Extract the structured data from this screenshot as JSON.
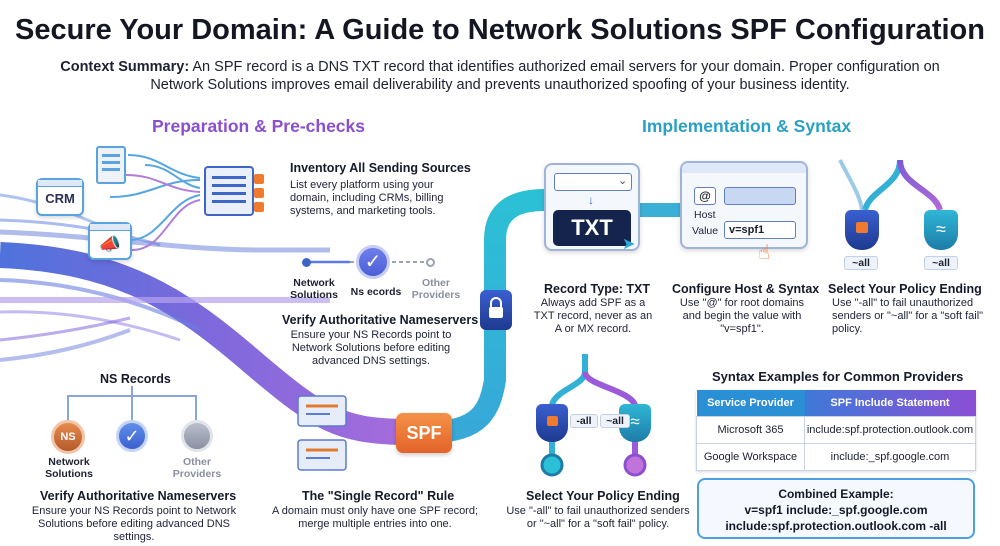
{
  "title": "Secure Your Domain: A Guide to Network Solutions SPF Configuration",
  "summary": {
    "label": "Context Summary:",
    "text": " An SPF record is a DNS TXT record that identifies authorized email servers for your domain. Proper configuration on Network Solutions improves email deliverability and prevents unauthorized spoofing of your business identity."
  },
  "sections": {
    "prep": "Preparation & Pre-checks",
    "impl": "Implementation & Syntax"
  },
  "inventory": {
    "heading": "Inventory All Sending Sources",
    "body": "List every platform using your domain, including CRMs, billing systems, and marketing tools.",
    "crm_label": "CRM"
  },
  "ns_top": {
    "node_left": "Network Solutions",
    "node_mid": "Ns ecords",
    "node_right": "Other Providers",
    "heading": "Verify Authoritative Nameservers",
    "body": "Ensure your NS Records point to Network Solutions before editing advanced DNS settings."
  },
  "ns_bottom": {
    "tree_title": "NS Records",
    "ns_badge": "NS",
    "node_left": "Network Solutions",
    "node_right": "Other Providers",
    "heading": "Verify Authoritative Nameservers",
    "body": "Ensure your NS Records point to Network Solutions before editing advanced DNS settings."
  },
  "single_record": {
    "badge": "SPF",
    "heading": "The \"Single Record\" Rule",
    "body": "A domain must only have one SPF record; merge multiple entries into one."
  },
  "record_type": {
    "badge": "TXT",
    "heading": "Record Type: TXT",
    "body": "Always add SPF as a TXT record, never as an A or MX record."
  },
  "host_syntax": {
    "at_symbol": "@",
    "host_label": "Host",
    "value_label": "Value",
    "value_text": "v=spf1",
    "heading": "Configure Host & Syntax",
    "body": "Use \"@\" for root domains and begin the value with \"v=spf1\"."
  },
  "policy_top": {
    "label_left": "~all",
    "label_right": "~all",
    "heading": "Select Your Policy Ending",
    "body": "Use \"-all\" to fail unauthorized senders or \"~all\" for a \"soft fail\" policy."
  },
  "policy_bottom": {
    "label_left": "-all",
    "label_right": "~all",
    "heading": "Select Your Policy Ending",
    "body": "Use \"-all\" to fail unauthorized senders or \"~all\" for a \"soft fail\" policy."
  },
  "syntax_table": {
    "title": "Syntax Examples for Common Providers",
    "headers": [
      "Service Provider",
      "SPF Include Statement"
    ],
    "rows": [
      [
        "Microsoft 365",
        "include:spf.protection.outlook.com"
      ],
      [
        "Google Workspace",
        "include:_spf.google.com"
      ]
    ]
  },
  "combined": {
    "title": "Combined Example:",
    "line1": "v=spf1 include:_spf.google.com",
    "line2": "include:spf.protection.outlook.com -all"
  },
  "colors": {
    "accent_purple": "#8a4fd0",
    "accent_teal": "#2aa0c4",
    "badge_orange": "#f07a2e",
    "txt_navy": "#14244d"
  }
}
